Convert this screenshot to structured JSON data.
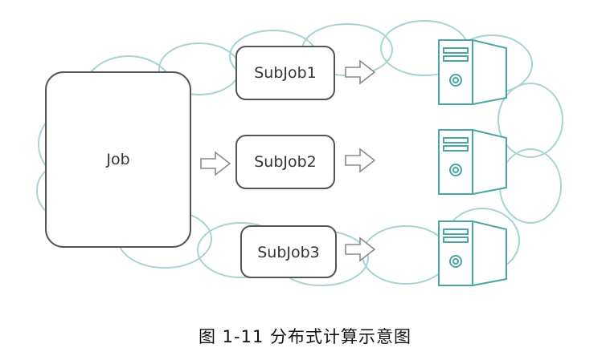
{
  "diagram": {
    "job_label": "Job",
    "subjobs": [
      {
        "label": "SubJob1"
      },
      {
        "label": "SubJob2"
      },
      {
        "label": "SubJob3"
      }
    ],
    "server_count": 3,
    "colors": {
      "cloud_outline": "#a8d3d3",
      "server_outline": "#4aa6a6",
      "box_outline": "#555555",
      "arrow_outline": "#8a8a8a"
    },
    "icons": {
      "server": "server-tower-icon",
      "arrow": "hollow-right-arrow-icon",
      "cloud": "cloud-outline"
    }
  },
  "caption": "图 1-11 分布式计算示意图"
}
